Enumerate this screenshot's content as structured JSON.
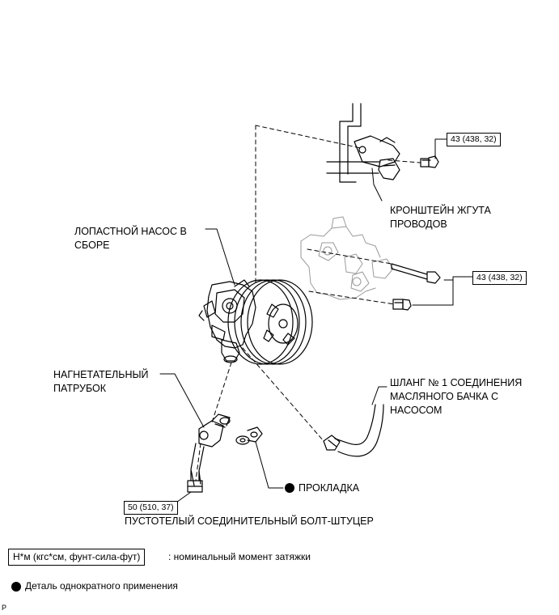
{
  "labels": {
    "harness_bracket": [
      "КРОНШТЕЙН ЖГУТА",
      "ПРОВОДОВ"
    ],
    "vane_pump": [
      "ЛОПАСТНОЙ НАСОС В",
      "СБОРЕ"
    ],
    "pressure_port": [
      "НАГНЕТАТЕЛЬНЫЙ",
      "ПАТРУБОК"
    ],
    "reservoir_hose": [
      "ШЛАНГ № 1 СОЕДИНЕНИЯ",
      "МАСЛЯНОГО БАЧКА С",
      "НАСОСОМ"
    ],
    "gasket": "ПРОКЛАДКА",
    "union_bolt": "ПУСТОТЕЛЫЙ СОЕДИНИТЕЛЬНЫЙ БОЛТ-ШТУЦЕР"
  },
  "torques": {
    "bracket_bolt": "43 (438, 32)",
    "pump_bolts": "43 (438, 32)",
    "union_bolt": "50 (510, 37)"
  },
  "legend": {
    "unit_box": "Н*м (кгс*см, фунт-сила-фут)",
    "unit_desc": ": номинальный момент затяжки",
    "nonreusable": "Деталь однократного применения"
  },
  "corner_mark": "P"
}
